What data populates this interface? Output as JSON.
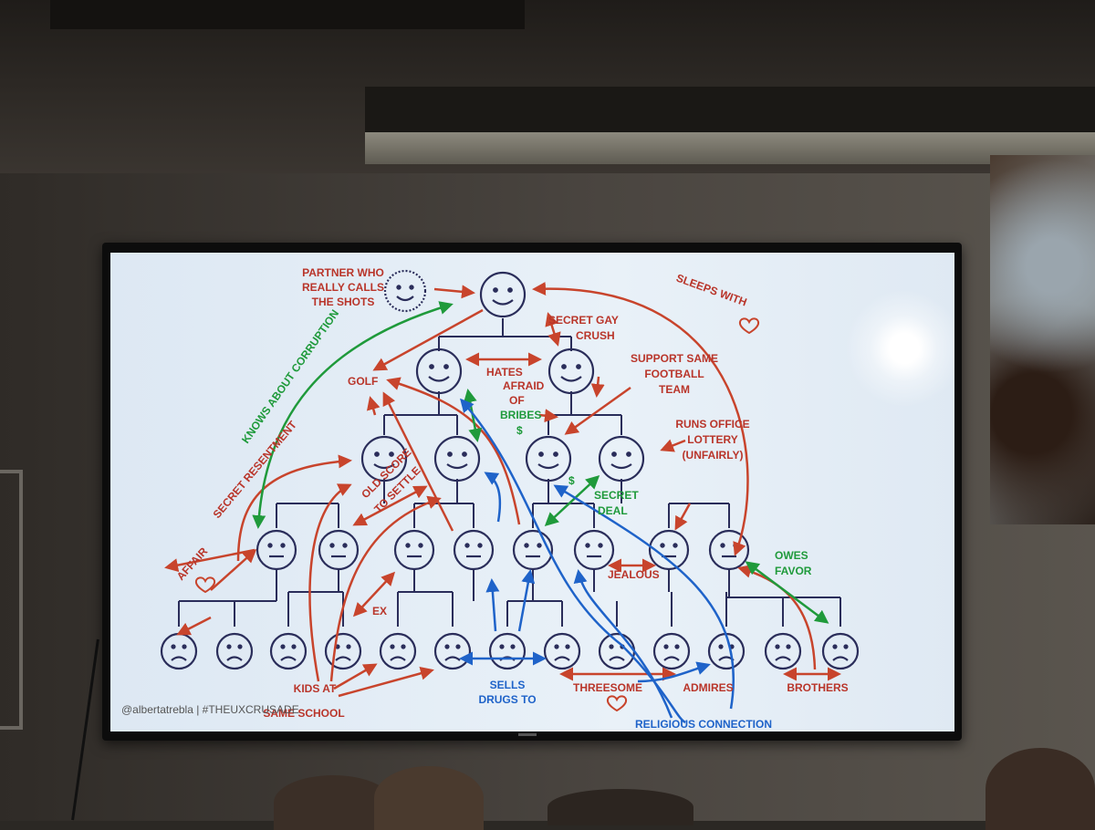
{
  "diagram": {
    "credit": "@albertatrebla | #THEUXCRUSADE",
    "labels": {
      "partner": [
        "PARTNER WHO",
        "REALLY CALLS",
        "THE SHOTS"
      ],
      "secret_gay_crush": [
        "SECRET GAY",
        "CRUSH"
      ],
      "sleeps_with": "SLEEPS WITH",
      "knows_about_corruption": "KNOWS ABOUT CORRUPTION",
      "support_team": [
        "SUPPORT SAME",
        "FOOTBALL",
        "TEAM"
      ],
      "hates": "HATES",
      "golf": "GOLF",
      "afraid_of": [
        "AFRAID",
        "OF"
      ],
      "bribes": [
        "BRIBES",
        "$"
      ],
      "runs_lottery": [
        "RUNS OFFICE",
        "LOTTERY",
        "(UNFAIRLY)"
      ],
      "secret_resentment": "SECRET RESENTMENT",
      "old_score": [
        "OLD SCORE",
        "TO SETTLE"
      ],
      "secret_deal": [
        "$",
        "SECRET",
        "DEAL"
      ],
      "affair": "AFFAIR",
      "owes_favor": [
        "OWES",
        "FAVOR"
      ],
      "jealous": "JEALOUS",
      "ex": "EX",
      "kids_school": [
        "KIDS AT",
        "SAME SCHOOL"
      ],
      "sells_drugs": [
        "SELLS",
        "DRUGS TO"
      ],
      "threesome": "THREESOME",
      "admires": "ADMIRES",
      "brothers": "BROTHERS",
      "religious": "RELIGIOUS CONNECTION"
    },
    "colors": {
      "tree": "#2a2d5a",
      "red": "#c8442c",
      "green": "#1f9a3b",
      "blue": "#1f63c9",
      "label_red": "#b9352a"
    }
  }
}
